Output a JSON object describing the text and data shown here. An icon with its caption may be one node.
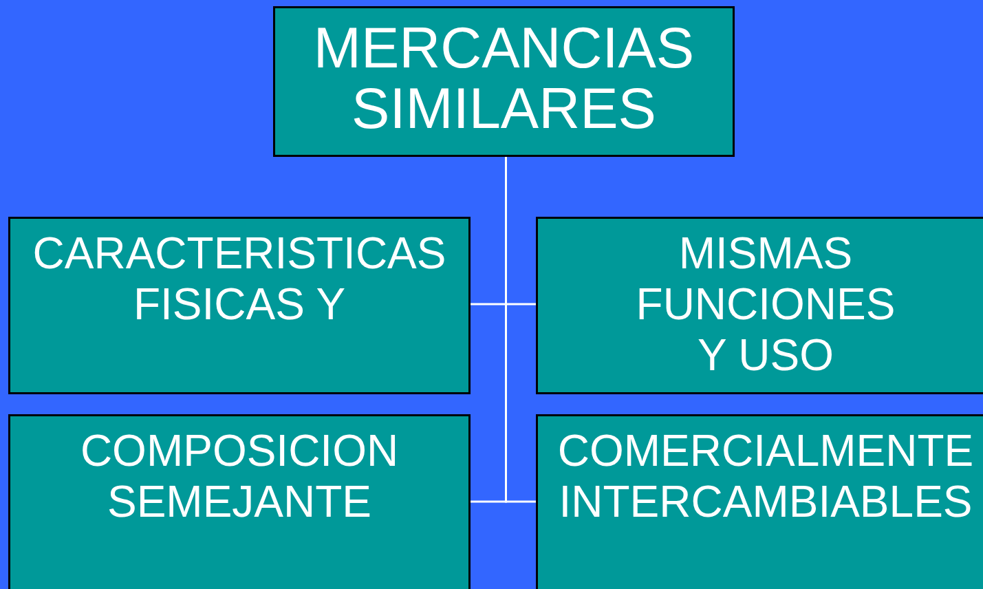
{
  "diagram": {
    "nodes": [
      {
        "text": [
          "MERCANCIAS SIMILARES"
        ]
      },
      {
        "text": [
          "CARACTERISTICAS FISICAS Y"
        ]
      },
      {
        "text": [
          "MISMAS FUNCIONES Y USO"
        ]
      },
      {
        "text": [
          "COMPOSICION SEMEJANTE"
        ]
      },
      {
        "text": [
          "COMERCIALMENTE INTERCAMBIABLES"
        ]
      }
    ],
    "edges": [
      {
        "from": 0,
        "to": 1,
        "arrow": "none"
      },
      {
        "from": 0,
        "to": 2,
        "arrow": "none"
      },
      {
        "from": 0,
        "to": 3,
        "arrow": "none"
      },
      {
        "from": 0,
        "to": 4,
        "arrow": "none"
      }
    ]
  }
}
